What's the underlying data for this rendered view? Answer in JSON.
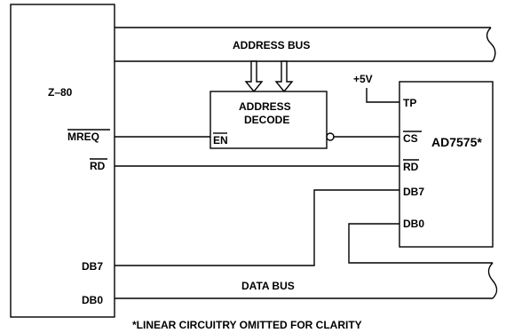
{
  "cpu": {
    "name": "Z–80",
    "pins": {
      "mreq": "MREQ",
      "rd": "RD",
      "db7": "DB7",
      "db0": "DB0"
    }
  },
  "address_bus_label": "ADDRESS BUS",
  "data_bus_label": "DATA BUS",
  "decoder": {
    "line1": "ADDRESS",
    "line2": "DECODE",
    "en_pin": "EN"
  },
  "dac": {
    "name": "AD7575*",
    "pins": {
      "tp": "TP",
      "cs": "CS",
      "rd": "RD",
      "db7": "DB7",
      "db0": "DB0"
    }
  },
  "supply_label": "+5V",
  "footnote": "*LINEAR CIRCUITRY OMITTED FOR CLARITY"
}
